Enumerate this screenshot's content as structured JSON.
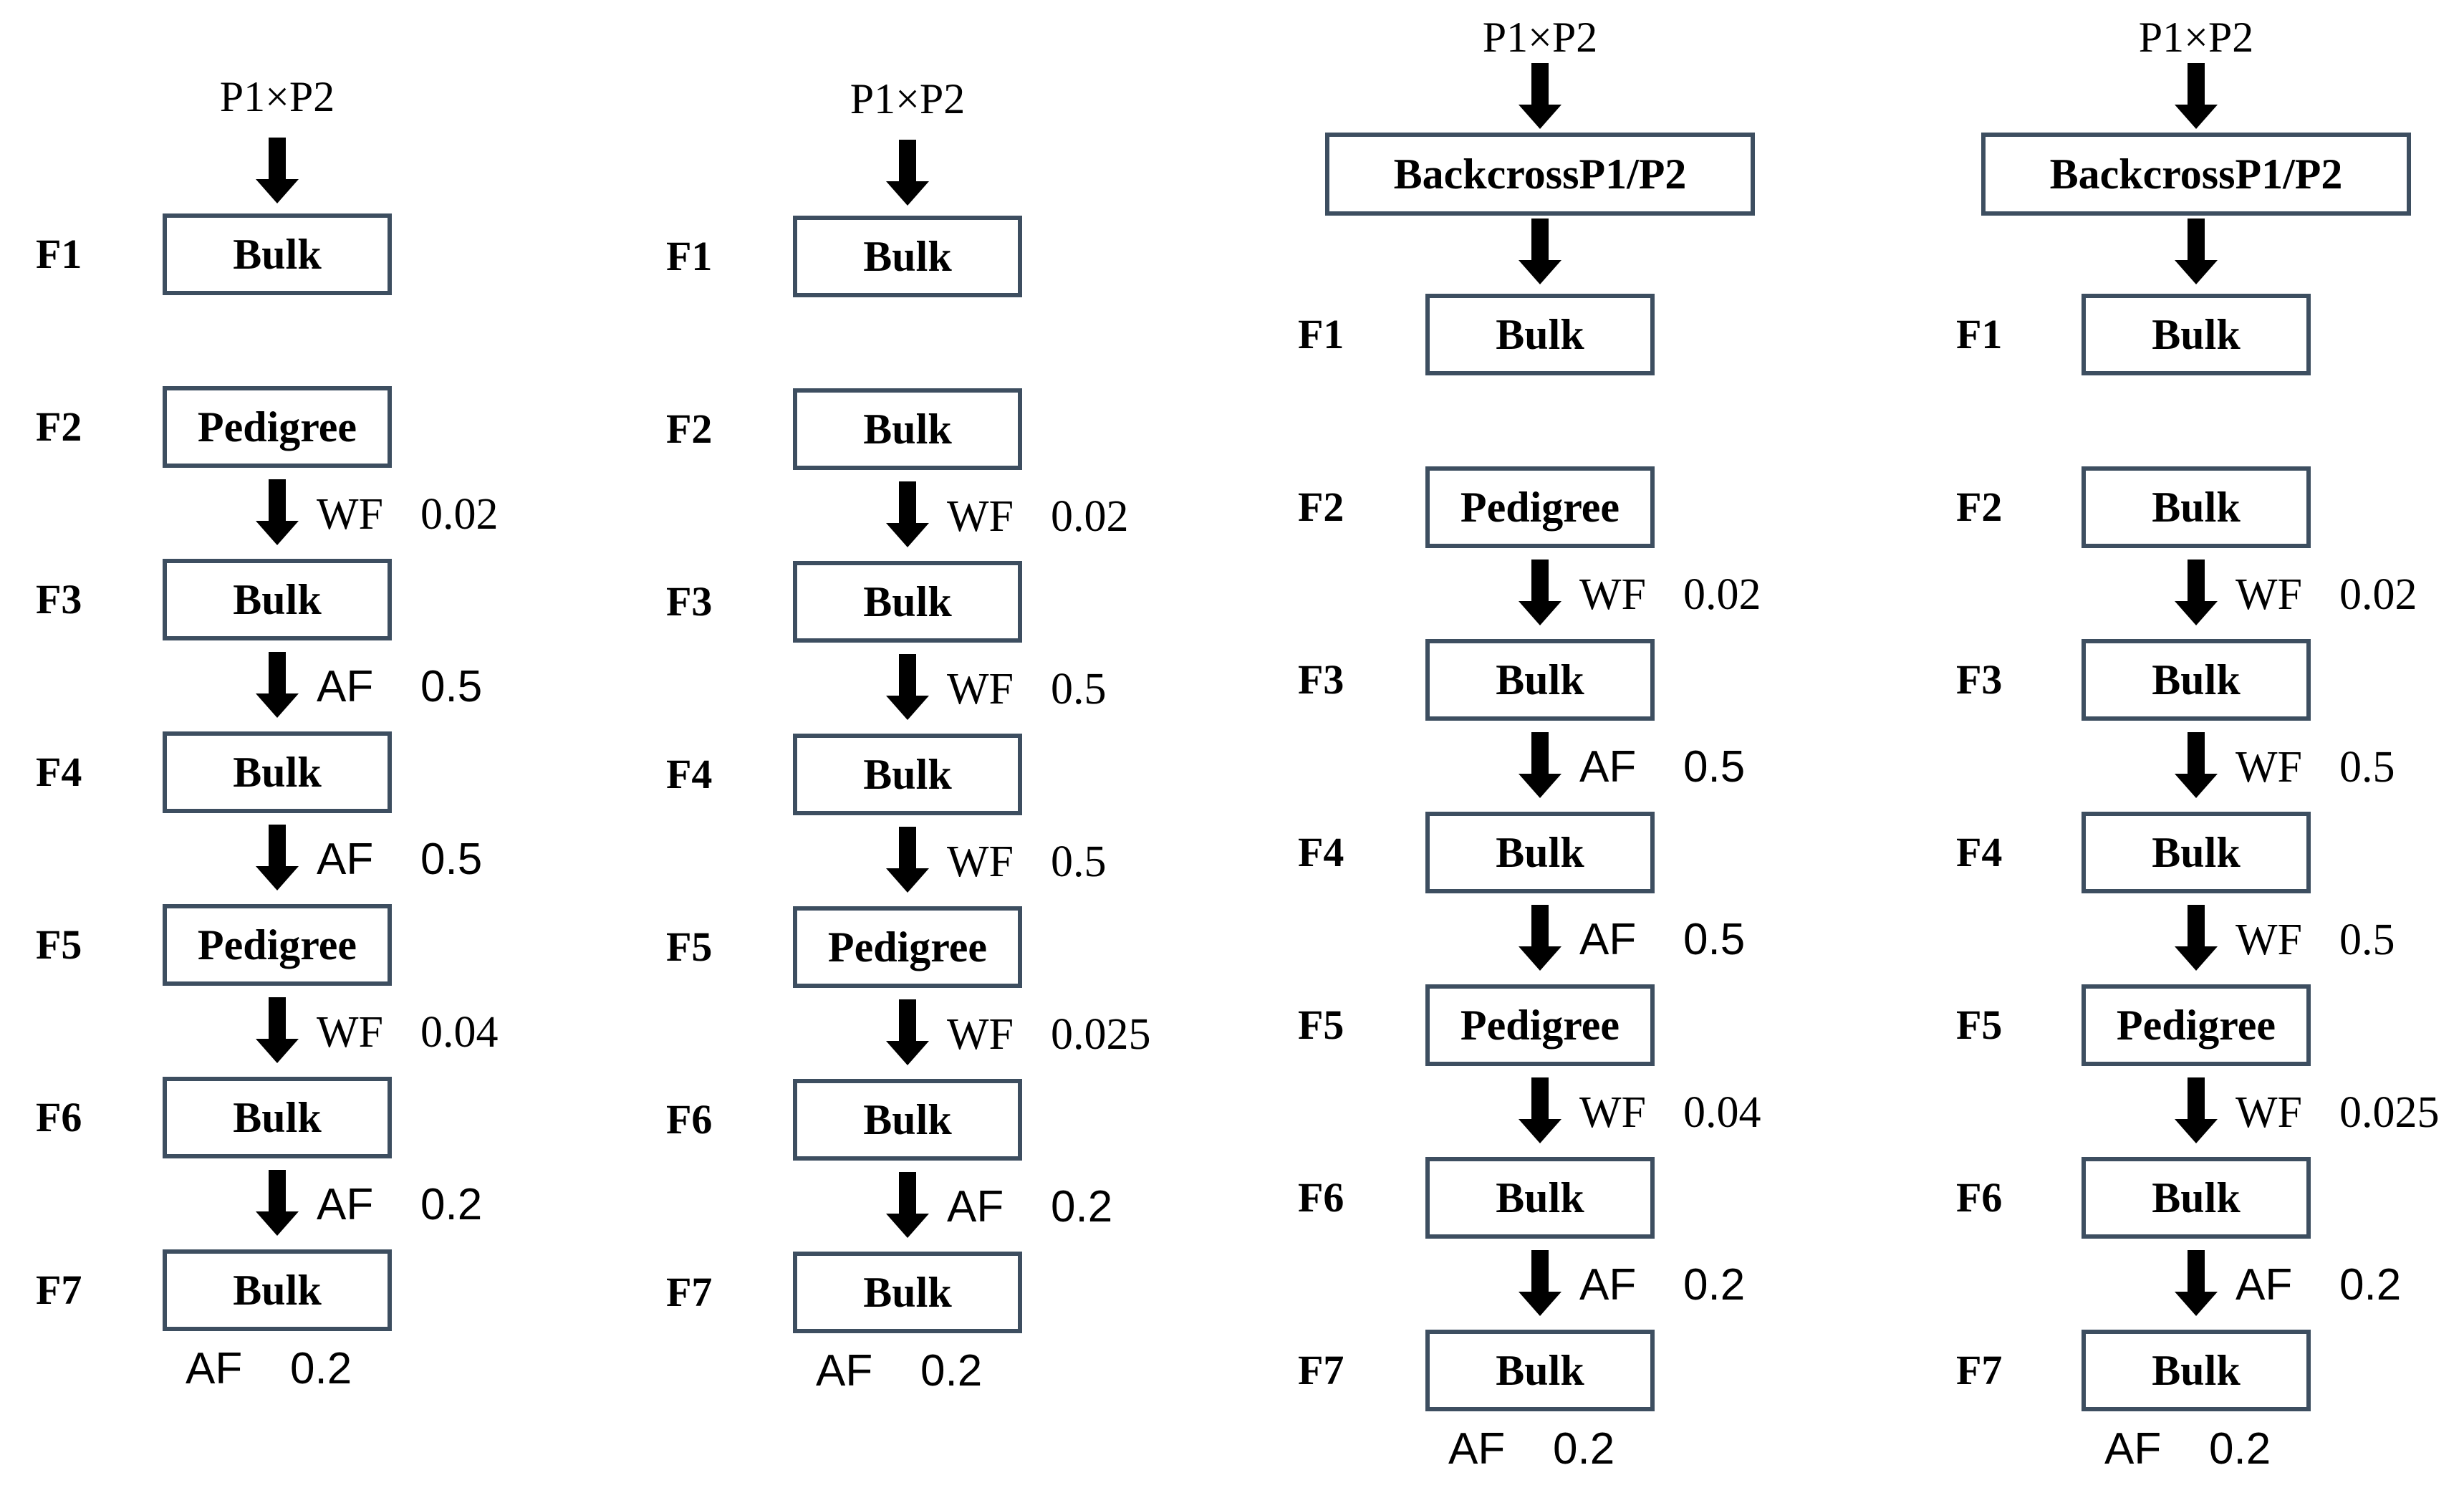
{
  "diagram": {
    "columns": [
      {
        "cross": "P1×P2",
        "backcross": null,
        "rows": [
          {
            "gen": "F1",
            "box": "Bulk",
            "sel": null
          },
          {
            "gen": "F2",
            "box": "Pedigree",
            "sel": {
              "label": "WF",
              "value": "0.02"
            }
          },
          {
            "gen": "F3",
            "box": "Bulk",
            "sel": {
              "label": "AF",
              "value": "0.5"
            }
          },
          {
            "gen": "F4",
            "box": "Bulk",
            "sel": {
              "label": "AF",
              "value": "0.5"
            }
          },
          {
            "gen": "F5",
            "box": "Pedigree",
            "sel": {
              "label": "WF",
              "value": "0.04"
            }
          },
          {
            "gen": "F6",
            "box": "Bulk",
            "sel": {
              "label": "AF",
              "value": "0.2"
            }
          },
          {
            "gen": "F7",
            "box": "Bulk",
            "sel": {
              "label": "AF",
              "value": "0.2"
            }
          }
        ]
      },
      {
        "cross": "P1×P2",
        "backcross": null,
        "rows": [
          {
            "gen": "F1",
            "box": "Bulk",
            "sel": null
          },
          {
            "gen": "F2",
            "box": "Bulk",
            "sel": {
              "label": "WF",
              "value": "0.02"
            }
          },
          {
            "gen": "F3",
            "box": "Bulk",
            "sel": {
              "label": "WF",
              "value": "0.5"
            }
          },
          {
            "gen": "F4",
            "box": "Bulk",
            "sel": {
              "label": "WF",
              "value": "0.5"
            }
          },
          {
            "gen": "F5",
            "box": "Pedigree",
            "sel": {
              "label": "WF",
              "value": "0.025"
            }
          },
          {
            "gen": "F6",
            "box": "Bulk",
            "sel": {
              "label": "AF",
              "value": "0.2"
            }
          },
          {
            "gen": "F7",
            "box": "Bulk",
            "sel": {
              "label": "AF",
              "value": "0.2"
            }
          }
        ]
      },
      {
        "cross": "P1×P2",
        "backcross": "BackcrossP1/P2",
        "rows": [
          {
            "gen": "F1",
            "box": "Bulk",
            "sel": null
          },
          {
            "gen": "F2",
            "box": "Pedigree",
            "sel": {
              "label": "WF",
              "value": "0.02"
            }
          },
          {
            "gen": "F3",
            "box": "Bulk",
            "sel": {
              "label": "AF",
              "value": "0.5"
            }
          },
          {
            "gen": "F4",
            "box": "Bulk",
            "sel": {
              "label": "AF",
              "value": "0.5"
            }
          },
          {
            "gen": "F5",
            "box": "Pedigree",
            "sel": {
              "label": "WF",
              "value": "0.04"
            }
          },
          {
            "gen": "F6",
            "box": "Bulk",
            "sel": {
              "label": "AF",
              "value": "0.2"
            }
          },
          {
            "gen": "F7",
            "box": "Bulk",
            "sel": {
              "label": "AF",
              "value": "0.2"
            }
          }
        ]
      },
      {
        "cross": "P1×P2",
        "backcross": "BackcrossP1/P2",
        "rows": [
          {
            "gen": "F1",
            "box": "Bulk",
            "sel": null
          },
          {
            "gen": "F2",
            "box": "Bulk",
            "sel": {
              "label": "WF",
              "value": "0.02"
            }
          },
          {
            "gen": "F3",
            "box": "Bulk",
            "sel": {
              "label": "WF",
              "value": "0.5"
            }
          },
          {
            "gen": "F4",
            "box": "Bulk",
            "sel": {
              "label": "WF",
              "value": "0.5"
            }
          },
          {
            "gen": "F5",
            "box": "Pedigree",
            "sel": {
              "label": "WF",
              "value": "0.025"
            }
          },
          {
            "gen": "F6",
            "box": "Bulk",
            "sel": {
              "label": "AF",
              "value": "0.2"
            }
          },
          {
            "gen": "F7",
            "box": "Bulk",
            "sel": {
              "label": "AF",
              "value": "0.2"
            }
          }
        ]
      }
    ]
  }
}
